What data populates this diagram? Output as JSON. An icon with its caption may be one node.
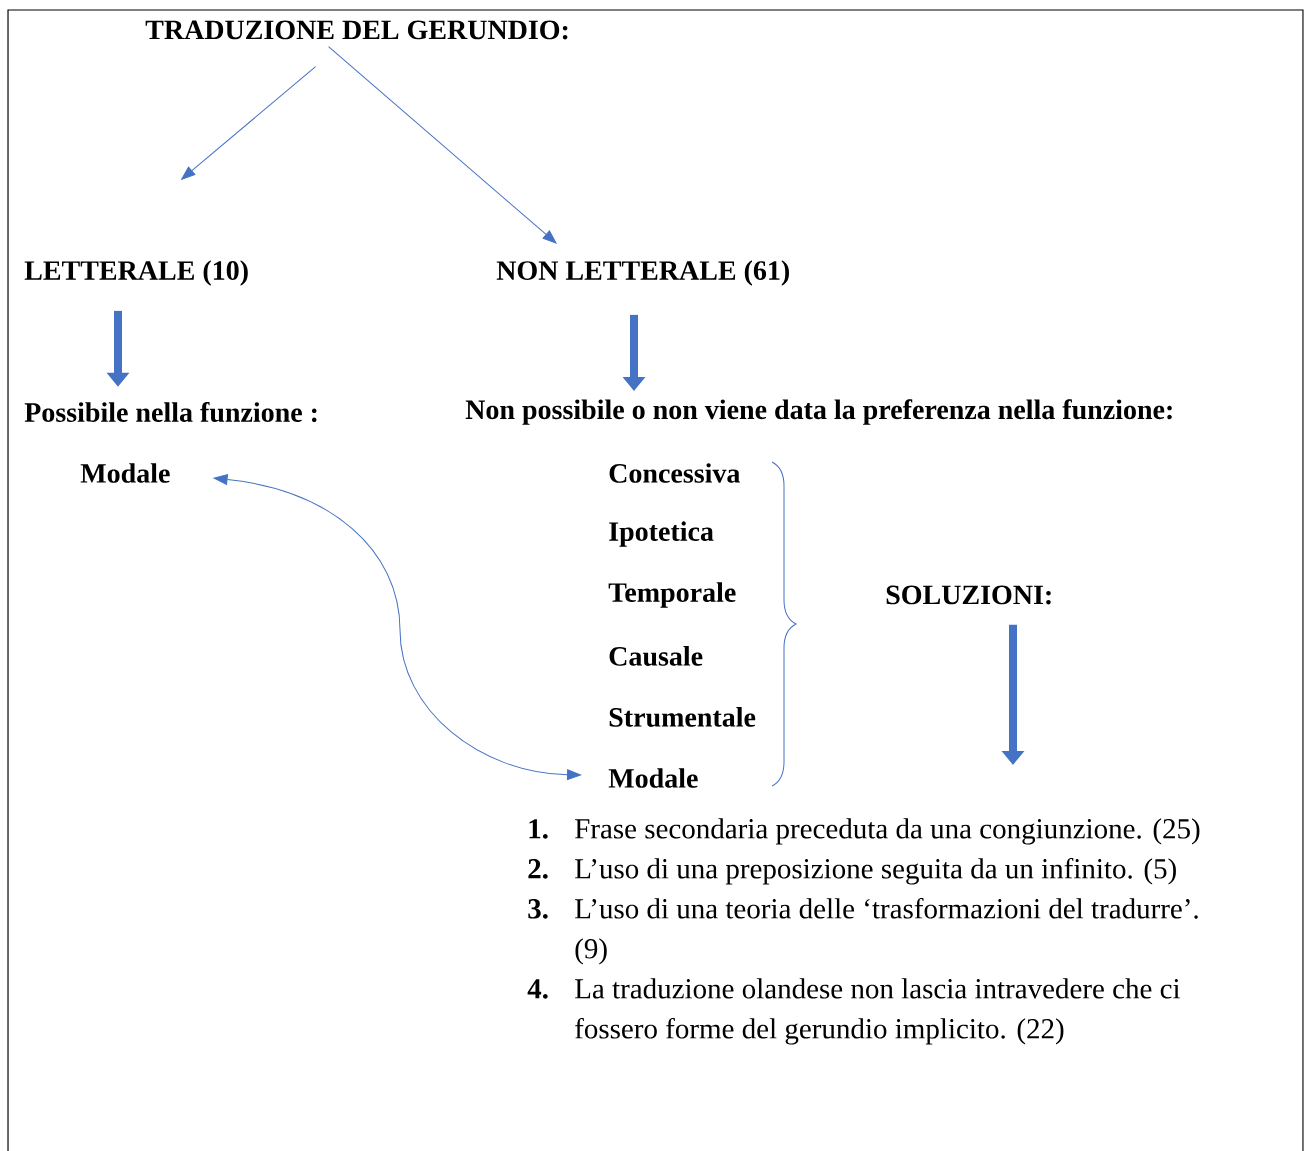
{
  "diagram": {
    "nodes": [
      {
        "text": [
          "TRADUZIONE DEL GERUNDIO:"
        ]
      },
      {
        "text": [
          "LETTERALE (10)"
        ]
      },
      {
        "text": [
          "NON LETTERALE (61)"
        ]
      },
      {
        "text": [
          "Possibile nella funzione :"
        ]
      },
      {
        "text": [
          "Non possibile o non viene data la preferenza nella funzione:"
        ]
      },
      {
        "text": [
          "Modale"
        ]
      },
      {
        "text": [
          "Concessiva"
        ]
      },
      {
        "text": [
          "Ipotetica"
        ]
      },
      {
        "text": [
          "Temporale"
        ]
      },
      {
        "text": [
          "Causale"
        ]
      },
      {
        "text": [
          "Strumentale"
        ]
      },
      {
        "text": [
          "Modale"
        ]
      },
      {
        "text": [
          "SOLUZIONI:"
        ]
      },
      {
        "text": [
          "1.",
          "Frase secondaria preceduta da una congiunzione. (25)",
          "2.",
          "L’uso di una preposizione seguita da un infinito. (5)",
          "3.",
          "L’uso di una teoria delle ‘trasformazioni del tradurre’. (9)",
          "4.",
          "La traduzione olandese non lascia intravedere che ci fossero forme del gerundio implicito. (22)"
        ]
      }
    ],
    "edges": [
      {
        "from": 0,
        "to": 1,
        "arrow": "to"
      },
      {
        "from": 0,
        "to": 2,
        "arrow": "to"
      },
      {
        "from": 1,
        "to": 3,
        "arrow": "to",
        "style": "thick"
      },
      {
        "from": 2,
        "to": 4,
        "arrow": "to",
        "style": "thick"
      },
      {
        "from": 5,
        "to": 11,
        "arrow": "both"
      },
      {
        "from": 12,
        "to": 13,
        "arrow": "to",
        "style": "thick"
      }
    ]
  }
}
